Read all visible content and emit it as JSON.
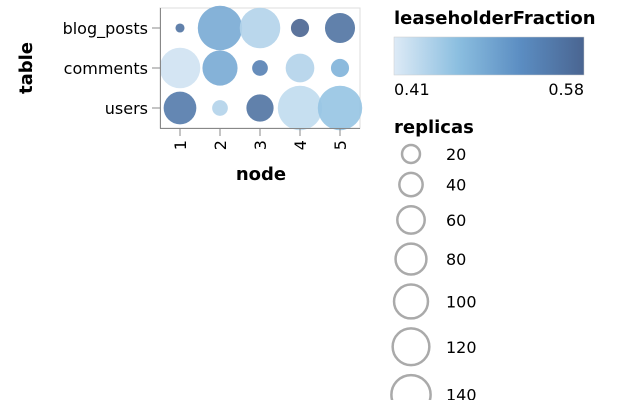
{
  "chart_data": {
    "type": "scatter",
    "subtype": "bubble-grid",
    "x_field": "node",
    "y_field": "table",
    "x_categories": [
      "1",
      "2",
      "3",
      "4",
      "5"
    ],
    "y_categories": [
      "blog_posts",
      "comments",
      "users"
    ],
    "xlabel": "node",
    "ylabel": "table",
    "color": {
      "title": "leaseholderFraction",
      "domain": [
        0.41,
        0.58
      ],
      "range": [
        "#ddeaf6",
        "#8cbfe0",
        "#5b8dc2",
        "#4a6591"
      ],
      "legend_labels": [
        "0.41",
        "0.58"
      ]
    },
    "size": {
      "title": "replicas",
      "legend_values": [
        20,
        40,
        60,
        80,
        100,
        120,
        140
      ],
      "domain": [
        0,
        140
      ]
    },
    "points": [
      {
        "table": "blog_posts",
        "node": "1",
        "replicas": 5,
        "leaseholderFraction": 0.56
      },
      {
        "table": "blog_posts",
        "node": "2",
        "replicas": 120,
        "leaseholderFraction": 0.49
      },
      {
        "table": "blog_posts",
        "node": "3",
        "replicas": 100,
        "leaseholderFraction": 0.44
      },
      {
        "table": "blog_posts",
        "node": "4",
        "replicas": 20,
        "leaseholderFraction": 0.58
      },
      {
        "table": "blog_posts",
        "node": "5",
        "replicas": 55,
        "leaseholderFraction": 0.56
      },
      {
        "table": "comments",
        "node": "1",
        "replicas": 100,
        "leaseholderFraction": 0.42
      },
      {
        "table": "comments",
        "node": "2",
        "replicas": 75,
        "leaseholderFraction": 0.49
      },
      {
        "table": "comments",
        "node": "3",
        "replicas": 15,
        "leaseholderFraction": 0.54
      },
      {
        "table": "comments",
        "node": "4",
        "replicas": 50,
        "leaseholderFraction": 0.44
      },
      {
        "table": "comments",
        "node": "5",
        "replicas": 20,
        "leaseholderFraction": 0.48
      },
      {
        "table": "users",
        "node": "1",
        "replicas": 65,
        "leaseholderFraction": 0.55
      },
      {
        "table": "users",
        "node": "2",
        "replicas": 15,
        "leaseholderFraction": 0.44
      },
      {
        "table": "users",
        "node": "3",
        "replicas": 45,
        "leaseholderFraction": 0.56
      },
      {
        "table": "users",
        "node": "4",
        "replicas": 120,
        "leaseholderFraction": 0.43
      },
      {
        "table": "users",
        "node": "5",
        "replicas": 120,
        "leaseholderFraction": 0.46
      }
    ],
    "grid": false,
    "legend_placement": "right"
  }
}
